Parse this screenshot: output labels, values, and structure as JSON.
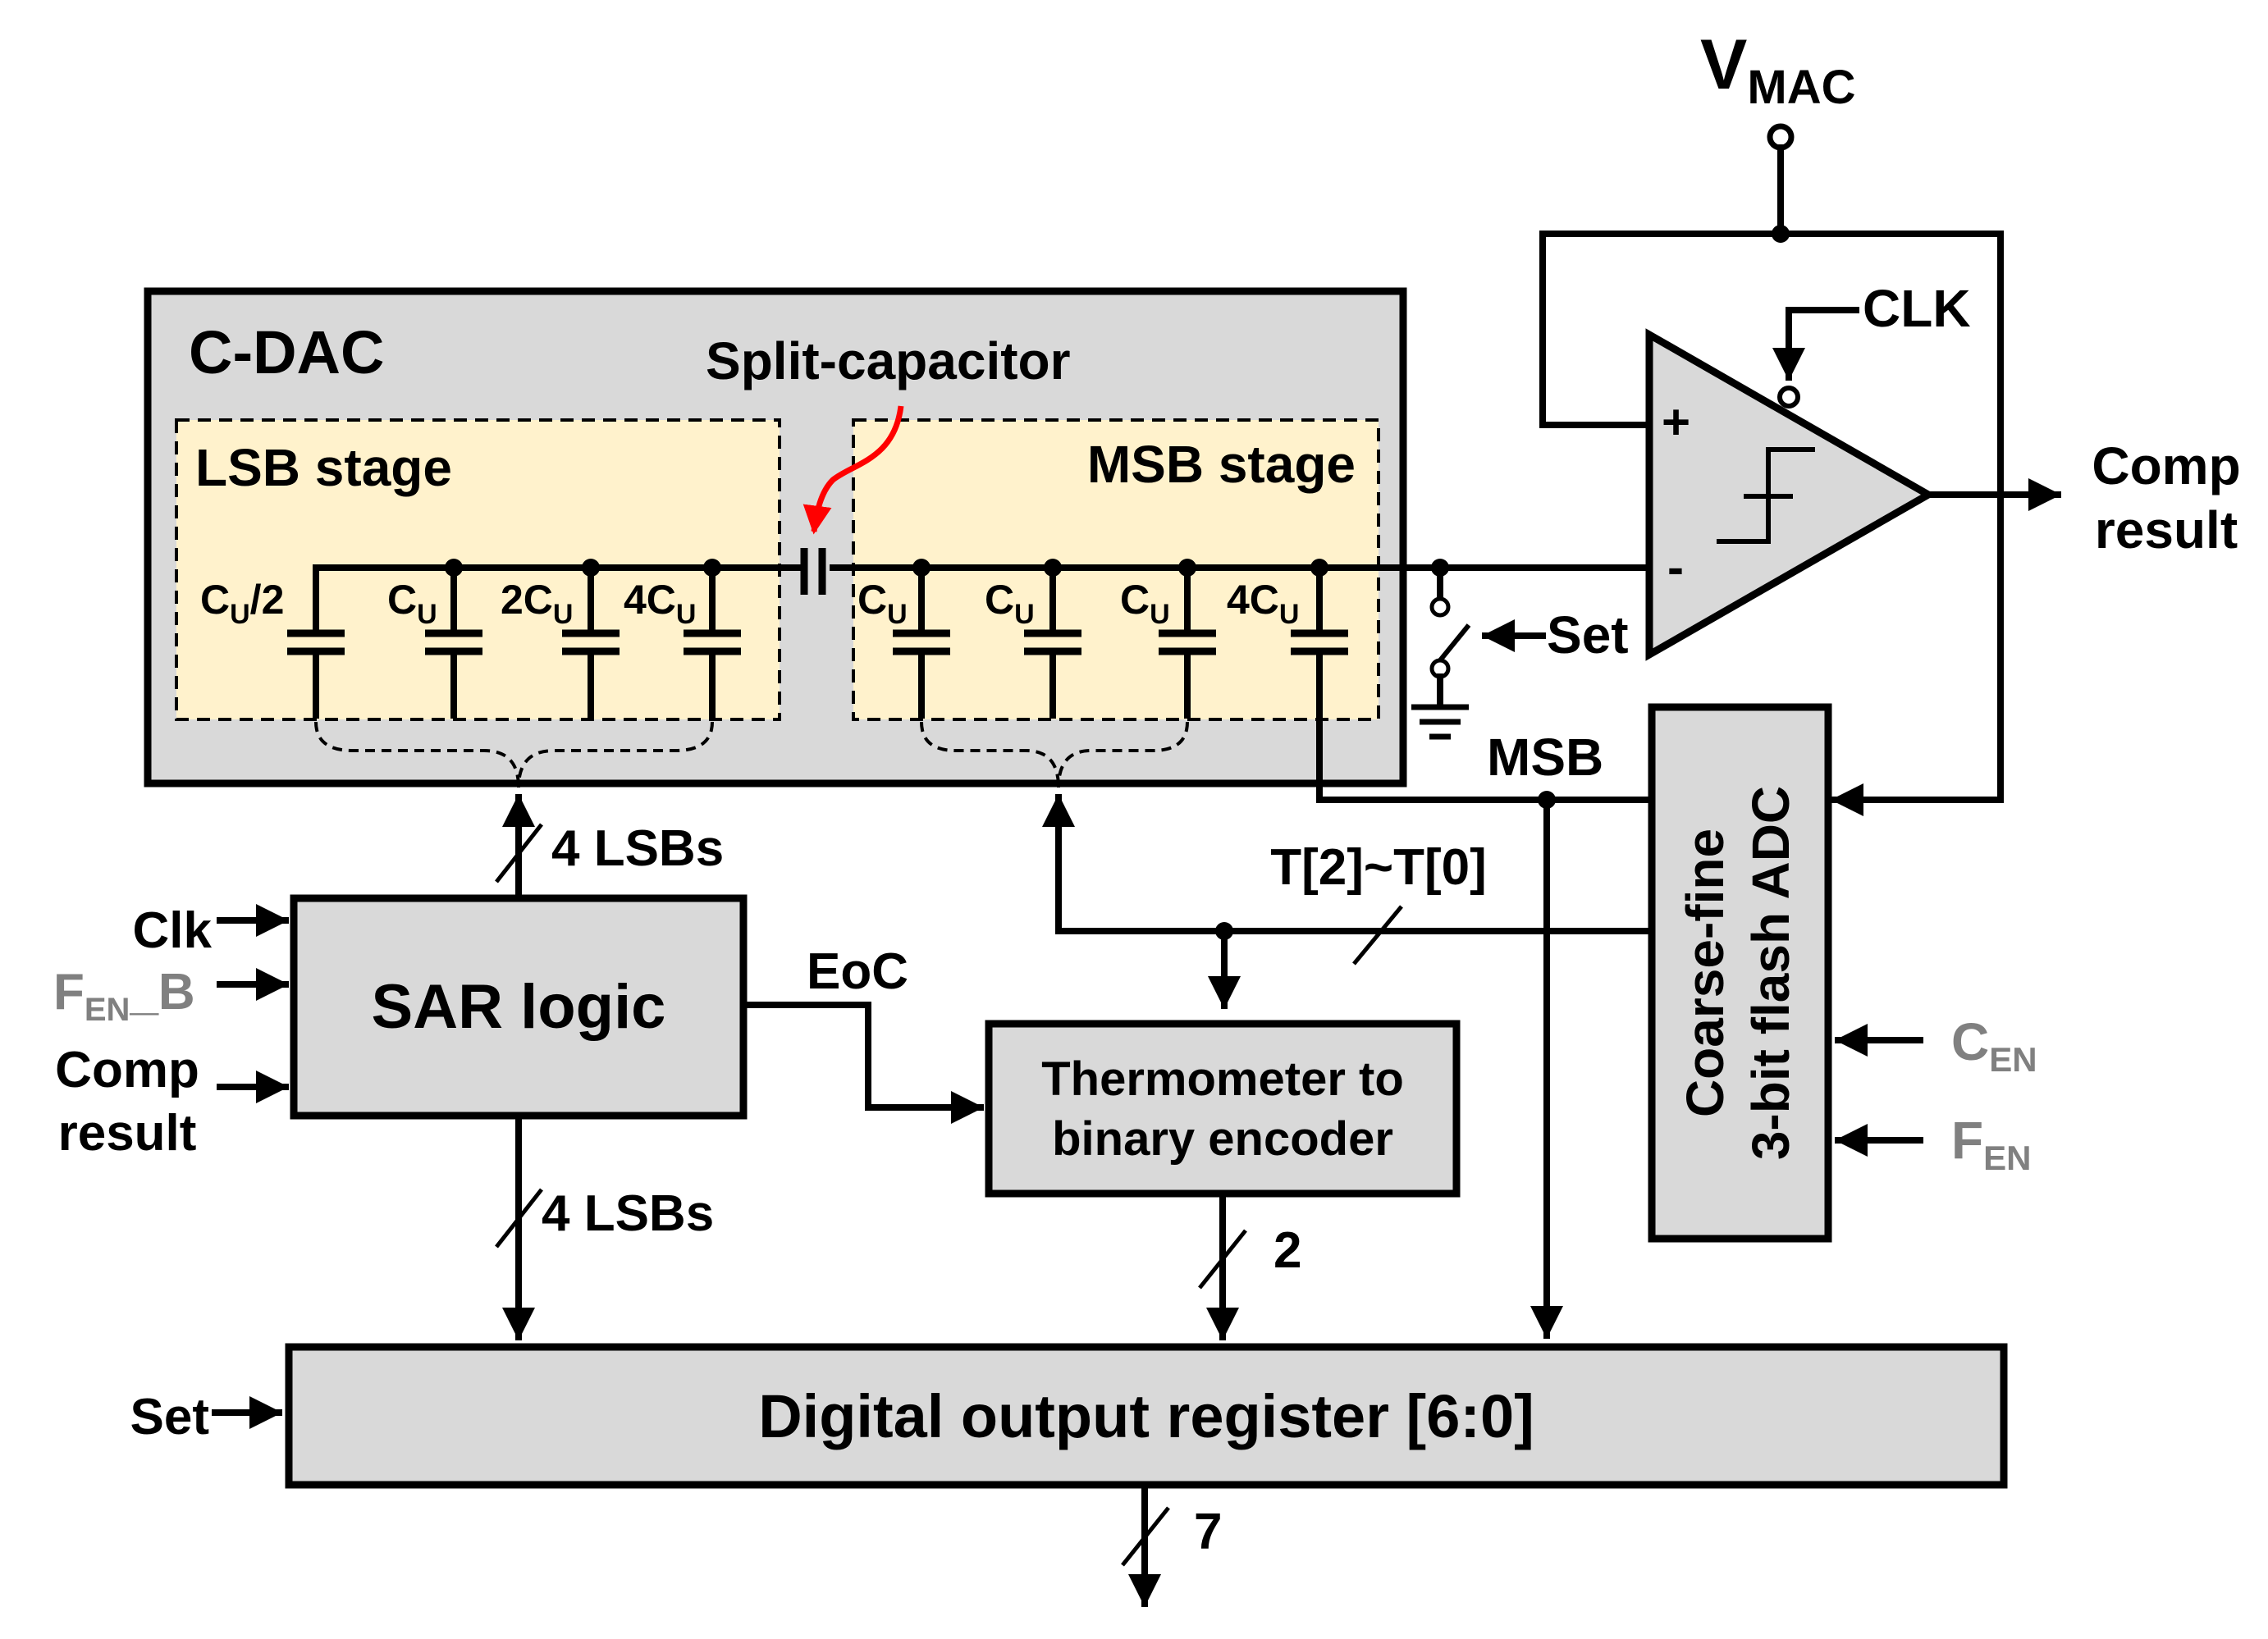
{
  "vmac": {
    "main": "V",
    "sub": "MAC"
  },
  "clk_comp": "CLK",
  "cdac": {
    "title": "C-DAC",
    "split_label": "Split-capacitor",
    "lsb_stage": "LSB stage",
    "msb_stage": "MSB stage",
    "lsb_caps": [
      {
        "pre": "C",
        "sub": "U",
        "post": "/2"
      },
      {
        "pre": "C",
        "sub": "U",
        "post": ""
      },
      {
        "pre": "2C",
        "sub": "U",
        "post": ""
      },
      {
        "pre": "4C",
        "sub": "U",
        "post": ""
      }
    ],
    "msb_caps": [
      {
        "pre": "C",
        "sub": "U",
        "post": ""
      },
      {
        "pre": "C",
        "sub": "U",
        "post": ""
      },
      {
        "pre": "C",
        "sub": "U",
        "post": ""
      },
      {
        "pre": "4C",
        "sub": "U",
        "post": ""
      }
    ]
  },
  "comparator": {
    "plus": "+",
    "minus": "-"
  },
  "comp_result_out": [
    "Comp",
    "result"
  ],
  "set_switch": "Set",
  "msb_label": "MSB",
  "thermo_bus": "T[2]~T[0]",
  "flash_adc": [
    "Coarse-fine",
    "3-bit flash ADC"
  ],
  "cen": {
    "main": "C",
    "sub": "EN"
  },
  "fen": {
    "main": "F",
    "sub": "EN"
  },
  "sar": {
    "label": "SAR logic",
    "bus_up": "4 LSBs",
    "bus_down": "4 LSBs"
  },
  "sar_inputs": {
    "clk": "Clk",
    "fenb": {
      "main": "F",
      "sub": "EN",
      "post": "_B"
    },
    "comp": [
      "Comp",
      "result"
    ]
  },
  "eoc": "EoC",
  "encoder": [
    "Thermometer to",
    "binary encoder"
  ],
  "encoder_bus": "2",
  "register": {
    "label": "Digital output register [6:0]",
    "set": "Set",
    "out_bus": "7"
  }
}
